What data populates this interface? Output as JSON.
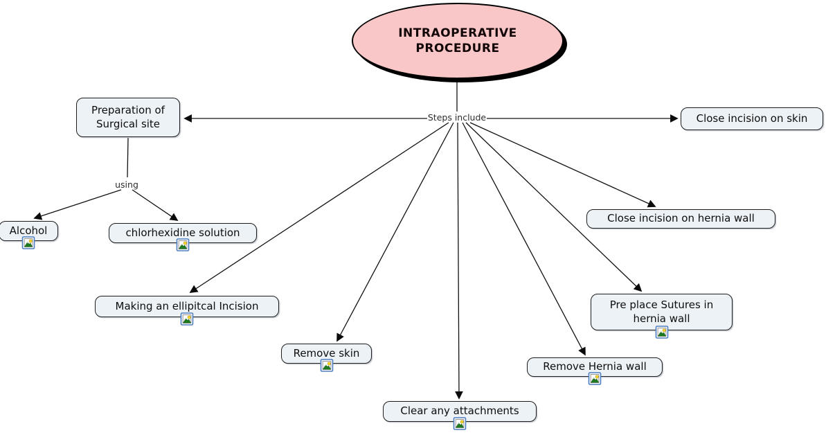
{
  "root_node": {
    "label": "INTRAOPERATIVE PROCEDURE",
    "fill": "#f9c7c7",
    "border_color": "#000000"
  },
  "connector_labels": {
    "steps_include": "Steps include",
    "using": "using"
  },
  "nodes": [
    {
      "id": "preparation",
      "label": "Preparation of Surgical site",
      "has_resource_icon": false
    },
    {
      "id": "close-skin",
      "label": "Close incision on skin",
      "has_resource_icon": false
    },
    {
      "id": "alcohol",
      "label": "Alcohol",
      "has_resource_icon": true
    },
    {
      "id": "chlorhexidine",
      "label": "chlorhexidine solution",
      "has_resource_icon": true
    },
    {
      "id": "elliptical",
      "label": "Making an ellipitcal Incision",
      "has_resource_icon": true
    },
    {
      "id": "remove-skin",
      "label": "Remove skin",
      "has_resource_icon": true
    },
    {
      "id": "clear",
      "label": "Clear any attachments",
      "has_resource_icon": true
    },
    {
      "id": "remove-hernia",
      "label": "Remove Hernia wall",
      "has_resource_icon": true
    },
    {
      "id": "pre-place",
      "label": "Pre place Sutures in hernia wall",
      "has_resource_icon": true
    },
    {
      "id": "close-hernia",
      "label": "Close incision on hernia wall",
      "has_resource_icon": false
    }
  ],
  "icons": {
    "resource": "image-resource-icon"
  },
  "colors": {
    "node_fill": "#edf2f6",
    "node_border": "#1c1c1c",
    "connector": "#111111",
    "ellipse_fill": "#f9c7c7",
    "label_text": "#2d2d2d",
    "background": "#ffffff"
  }
}
